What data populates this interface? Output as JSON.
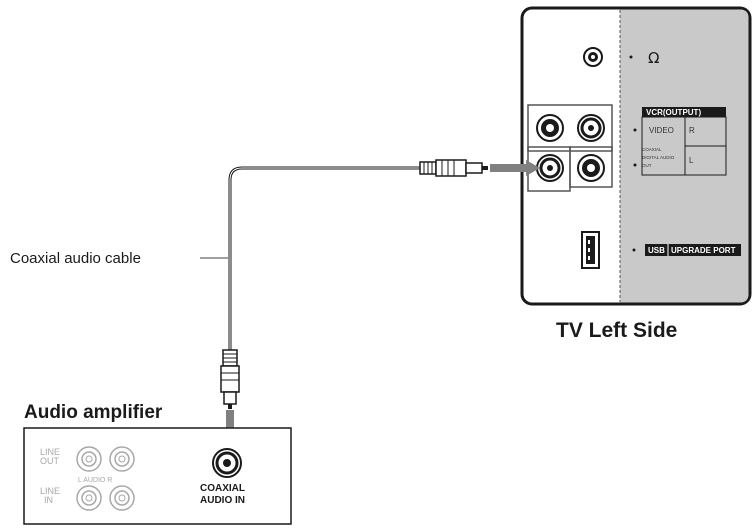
{
  "tv": {
    "title": "TV Left Side",
    "headphone_symbol": "Ω",
    "vcr_output_title": "VCR(OUTPUT)",
    "video_label": "VIDEO",
    "r_label": "R",
    "l_label": "L",
    "coaxial_small_label_1": "COAXIAL",
    "coaxial_small_label_2": "DIGITAL AUDIO",
    "coaxial_small_label_3": "OUT",
    "usb_label": "USB",
    "upgrade_port_label": "UPGRADE PORT"
  },
  "cable": {
    "label": "Coaxial audio cable"
  },
  "amplifier": {
    "title": "Audio amplifier",
    "line_out_1": "LINE",
    "line_out_2": "OUT",
    "line_in_1": "LINE",
    "line_in_2": "IN",
    "audio_lr": "L AUDIO R",
    "coaxial_in_1": "COAXIAL",
    "coaxial_in_2": "AUDIO IN"
  },
  "colors": {
    "ink": "#1a1a1a",
    "panel_gray": "#c9c9c9",
    "faint": "#a8a8a8",
    "arrow": "#808080"
  }
}
